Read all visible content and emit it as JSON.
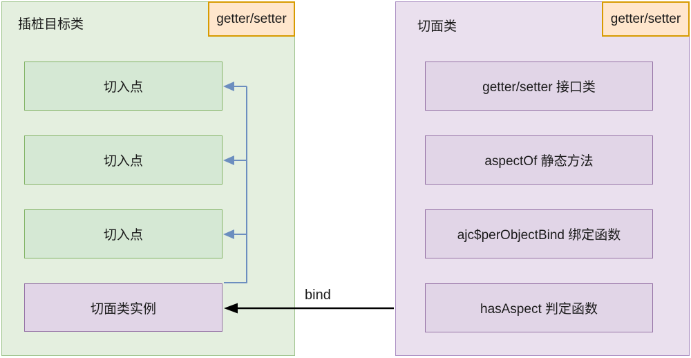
{
  "diagram": {
    "left_container": {
      "title": "插桩目标类",
      "tag_label": "getter/setter",
      "pointcut_boxes": [
        {
          "label": "切入点"
        },
        {
          "label": "切入点"
        },
        {
          "label": "切入点"
        }
      ],
      "instance_box": {
        "label": "切面类实例"
      }
    },
    "right_container": {
      "title": "切面类",
      "tag_label": "getter/setter",
      "member_boxes": [
        {
          "label": "getter/setter 接口类"
        },
        {
          "label": "aspectOf 静态方法"
        },
        {
          "label": "ajc$perObjectBind 绑定函数"
        },
        {
          "label": "hasAspect 判定函数"
        }
      ]
    },
    "bind_arrow": {
      "label": "bind"
    },
    "colors": {
      "left_container_fill": "#e4efdf",
      "left_container_border": "#9dc38b",
      "pointcut_fill": "#d5e8d4",
      "pointcut_border": "#82b366",
      "right_container_fill": "#eae0ee",
      "right_container_border": "#a98cc1",
      "purple_box_fill": "#e1d5e7",
      "purple_box_border": "#9673a6",
      "tag_fill": "#ffe6cc",
      "tag_border": "#d79b00",
      "blue_connector": "#6c8ebf",
      "bind_arrow_color": "#000000"
    }
  }
}
